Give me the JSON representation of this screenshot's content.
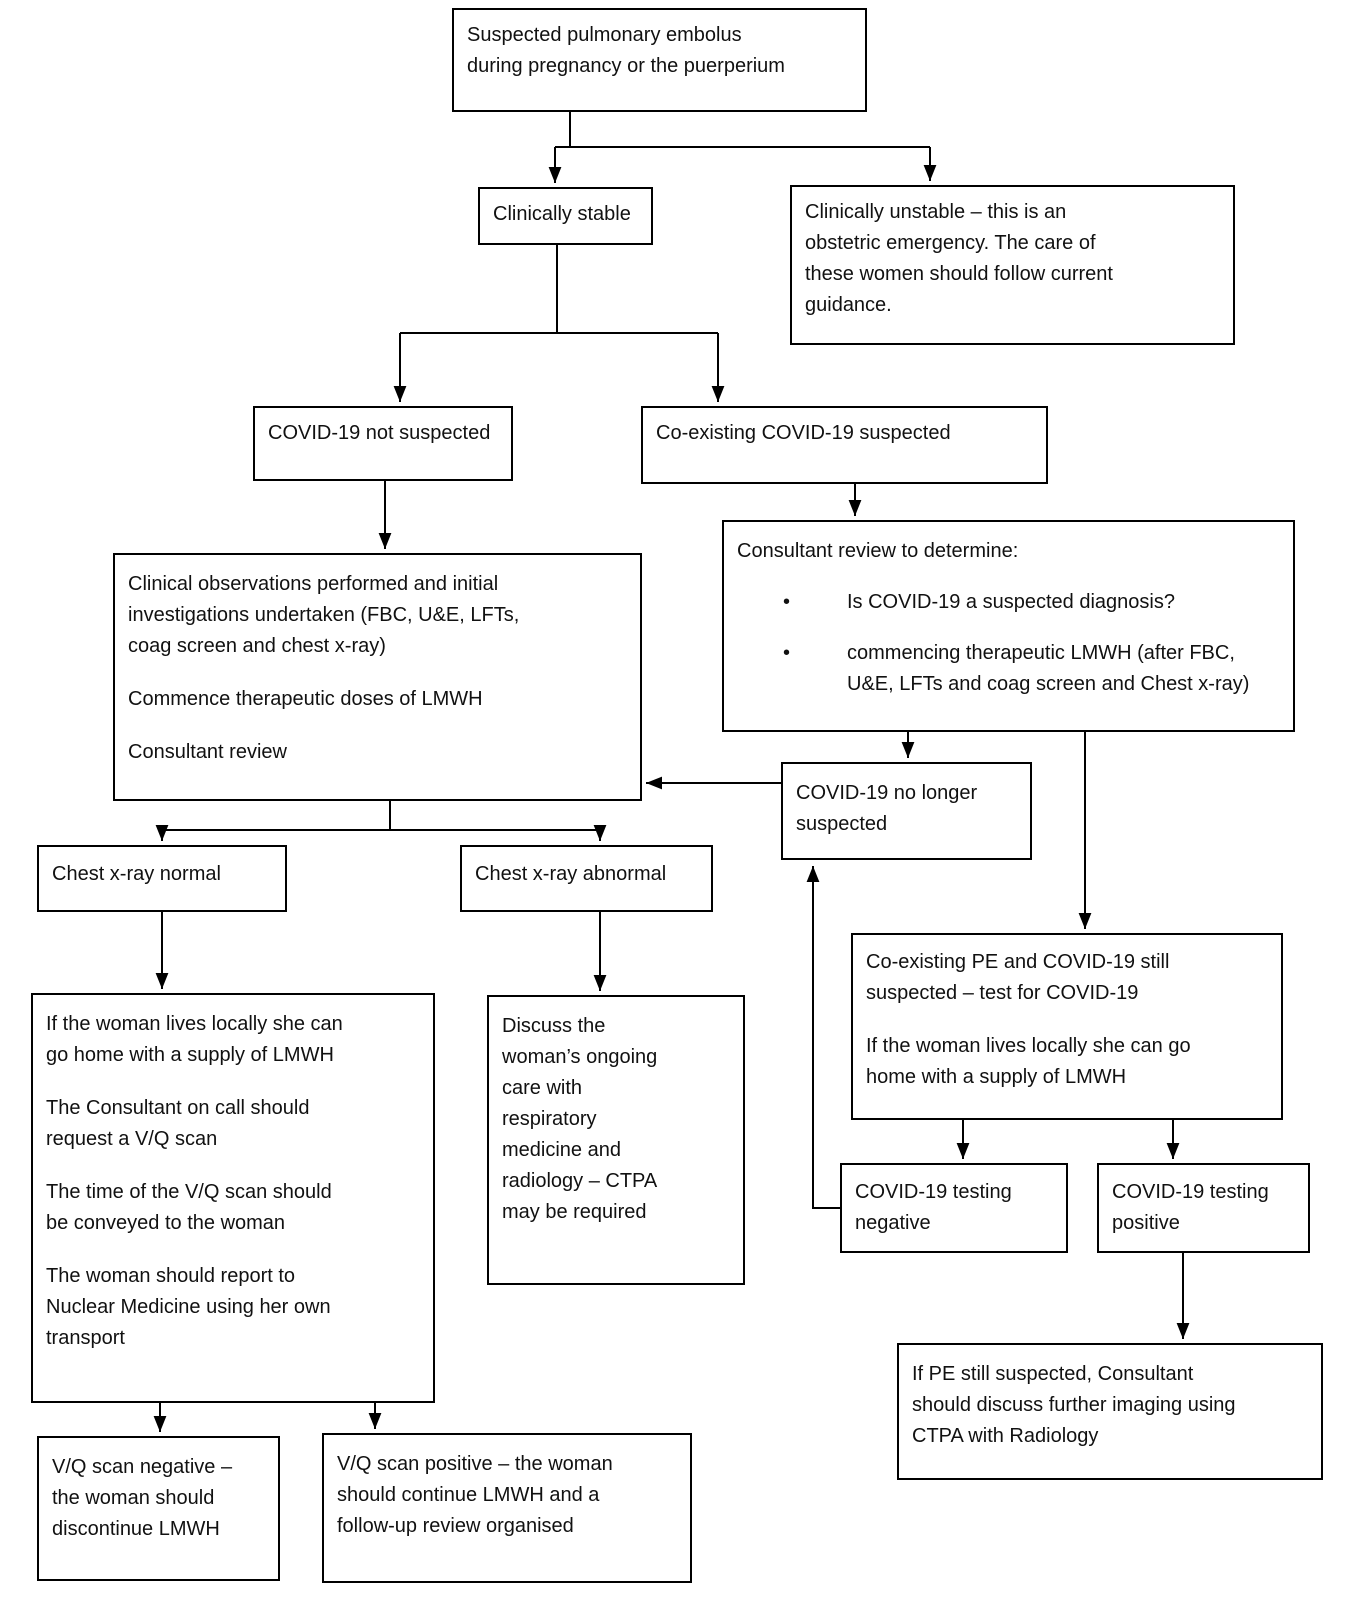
{
  "diagram": {
    "bullet_glyph": "•",
    "colors": {
      "line": "#000000",
      "box_border": "#000000",
      "background": "#ffffff",
      "text": "#111111"
    },
    "nodes": {
      "suspected_pe": {
        "text": "Suspected pulmonary embolus\nduring pregnancy or the puerperium"
      },
      "clinically_stable": {
        "text": "Clinically stable"
      },
      "clinically_unstable": {
        "text": "Clinically unstable – this is an\nobstetric emergency. The care of\nthese women should follow current\nguidance."
      },
      "covid_not_suspected": {
        "text": "COVID-19 not suspected"
      },
      "covid_coexisting": {
        "text": "Co-existing COVID-19 suspected"
      },
      "clinical_obs": {
        "p1": "Clinical observations performed and initial\ninvestigations undertaken (FBC, U&E, LFTs,\ncoag screen and chest x-ray)",
        "p2": "Commence therapeutic doses of LMWH",
        "p3": "Consultant review"
      },
      "consultant_review": {
        "title": "Consultant review to determine:",
        "b1": "Is COVID-19 a suspected diagnosis?",
        "b2": "commencing therapeutic LMWH (after FBC,\nU&E, LFTs and coag screen and Chest x-ray)"
      },
      "covid_no_longer": {
        "text": "COVID-19 no longer\nsuspected"
      },
      "cxr_normal": {
        "text": "Chest x-ray normal"
      },
      "cxr_abnormal": {
        "text": "Chest x-ray abnormal"
      },
      "home_lmwh": {
        "p1": "If the woman lives locally she can\ngo home with a supply of LMWH",
        "p2": "The Consultant on call should\nrequest a V/Q scan",
        "p3": "The time of the V/Q scan should\nbe conveyed to the woman",
        "p4": "The woman should report to\nNuclear Medicine using her own\ntransport"
      },
      "discuss_resp": {
        "text": "Discuss the\nwoman’s ongoing\ncare with\nrespiratory\nmedicine and\nradiology – CTPA\nmay be required"
      },
      "coexist_pe": {
        "p1": "Co-existing PE and COVID-19 still\nsuspected – test for COVID-19",
        "p2": "If the woman lives locally she can go\nhome with a supply of LMWH"
      },
      "test_negative": {
        "text": "COVID-19 testing\nnegative"
      },
      "test_positive": {
        "text": "COVID-19 testing\npositive"
      },
      "ctpa": {
        "text": "If PE still suspected, Consultant\nshould discuss further imaging using\nCTPA with Radiology"
      },
      "vq_negative": {
        "text": "V/Q scan negative –\nthe woman should\ndiscontinue LMWH"
      },
      "vq_positive": {
        "text": "V/Q scan positive – the woman\nshould continue LMWH and a\nfollow-up review organised"
      }
    }
  }
}
